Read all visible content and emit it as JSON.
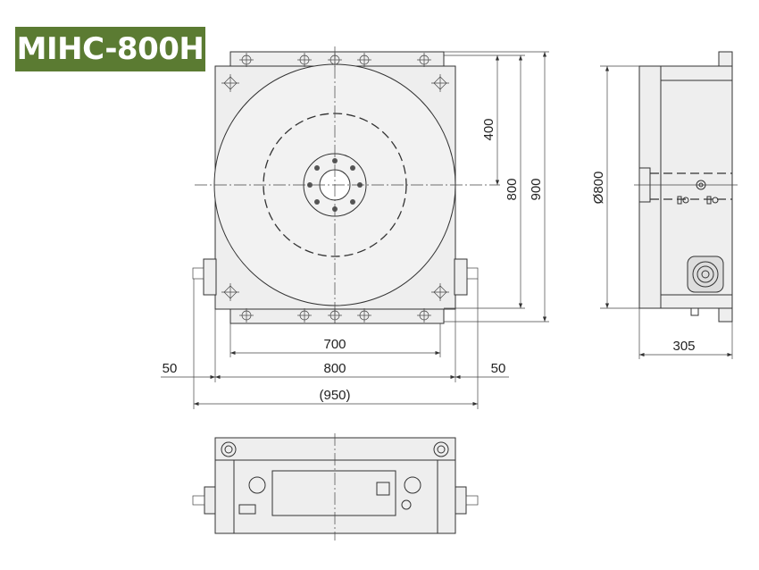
{
  "title": "MIHC-800H",
  "colors": {
    "brand": "#5b7b32",
    "body_fill": "#eeeeee",
    "line": "#333333"
  },
  "views": {
    "front": {
      "dims_vertical": [
        "400",
        "800",
        "900"
      ],
      "dims_horizontal": {
        "top": "700",
        "middle": "800",
        "left": "50",
        "right": "50",
        "overall": "(950)"
      }
    },
    "side": {
      "diameter": "Ø800",
      "depth": "305"
    },
    "bottom": {}
  }
}
